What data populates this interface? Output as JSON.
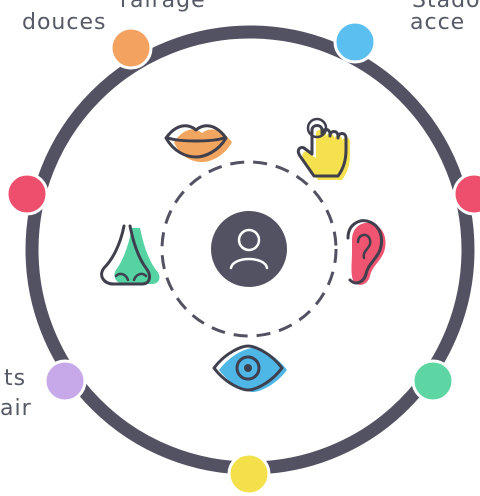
{
  "text_fragments": {
    "top_left_partial": "ralrage",
    "top_left": "douces",
    "top_right_partial": "Stado",
    "top_right": "acce",
    "left_top": "ts",
    "left_bottom": "air"
  },
  "center_icon": "user-icon",
  "senses": [
    {
      "name": "taste",
      "icon": "lips-icon",
      "color": "#f1a55e"
    },
    {
      "name": "touch",
      "icon": "hand-pointer-icon",
      "color": "#f5e04e"
    },
    {
      "name": "hearing",
      "icon": "ear-icon",
      "color": "#ef5470"
    },
    {
      "name": "sight",
      "icon": "eye-icon",
      "color": "#4fb7e6"
    },
    {
      "name": "smell",
      "icon": "nose-icon",
      "color": "#55d3a3"
    }
  ],
  "ring_dots": [
    {
      "position": "top-left",
      "color": "#f3a35f"
    },
    {
      "position": "top-right",
      "color": "#5bc0f0"
    },
    {
      "position": "left",
      "color": "#ee4f6d"
    },
    {
      "position": "right",
      "color": "#ee4f6d"
    },
    {
      "position": "bottom-left",
      "color": "#c7a8e9"
    },
    {
      "position": "bottom-right",
      "color": "#5dd6a3"
    },
    {
      "position": "bottom",
      "color": "#f3e04a"
    }
  ],
  "colors": {
    "ring": "#525263",
    "text": "#555a66",
    "stroke": "#3f3f4d"
  }
}
